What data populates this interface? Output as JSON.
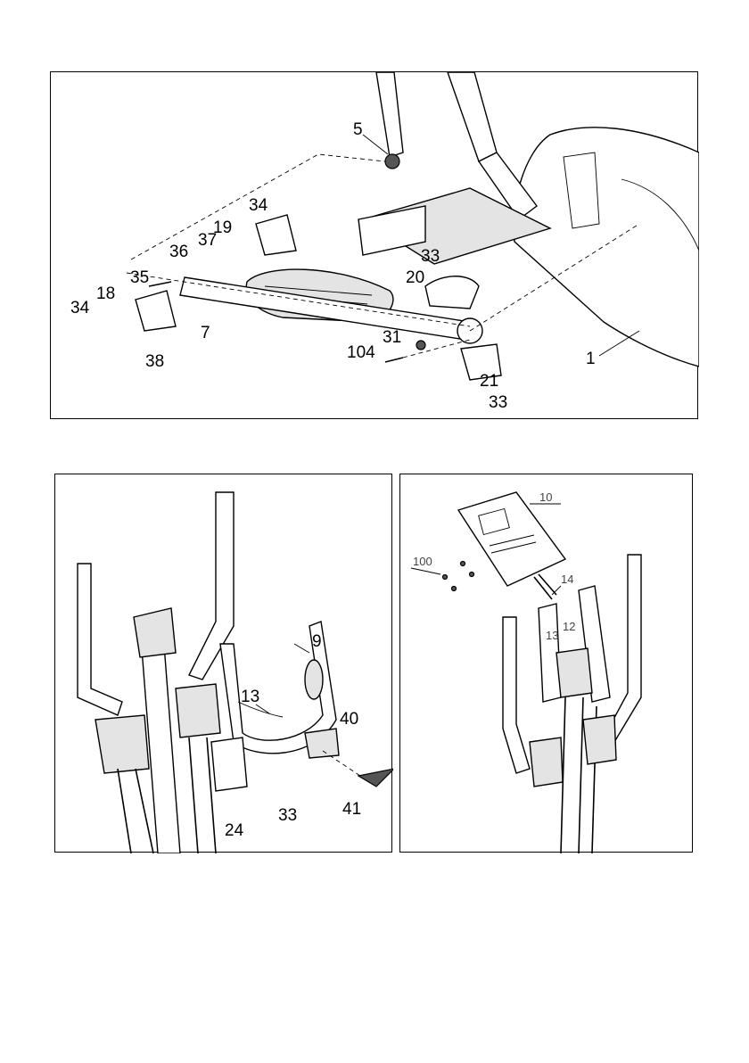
{
  "top_diagram": {
    "labels": [
      "5",
      "34",
      "19",
      "37",
      "36",
      "35",
      "18",
      "34",
      "38",
      "7",
      "33",
      "20",
      "31",
      "104",
      "21",
      "33",
      "1"
    ]
  },
  "bottom_left_diagram": {
    "labels": [
      "9",
      "13",
      "40",
      "33",
      "24",
      "41"
    ]
  },
  "bottom_right_diagram": {
    "labels": [
      "10",
      "100",
      "14",
      "12",
      "13"
    ]
  }
}
